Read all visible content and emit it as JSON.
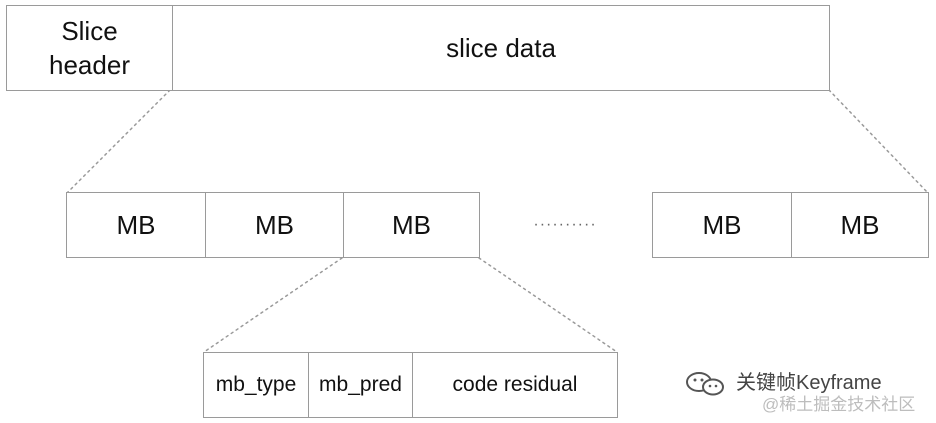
{
  "slice": {
    "header_label": "Slice\nheader",
    "data_label": "slice data"
  },
  "macroblocks": {
    "left": [
      "MB",
      "MB",
      "MB"
    ],
    "ellipsis": "··········",
    "right": [
      "MB",
      "MB"
    ]
  },
  "mb_fields": {
    "items": [
      "mb_type",
      "mb_pred",
      "code residual"
    ]
  },
  "watermark": {
    "title": "关键帧Keyframe",
    "subtitle": "@稀土掘金技术社区",
    "icon": "wechat-icon"
  },
  "colors": {
    "border": "#9a9a9a",
    "connector": "#9a9a9a"
  }
}
